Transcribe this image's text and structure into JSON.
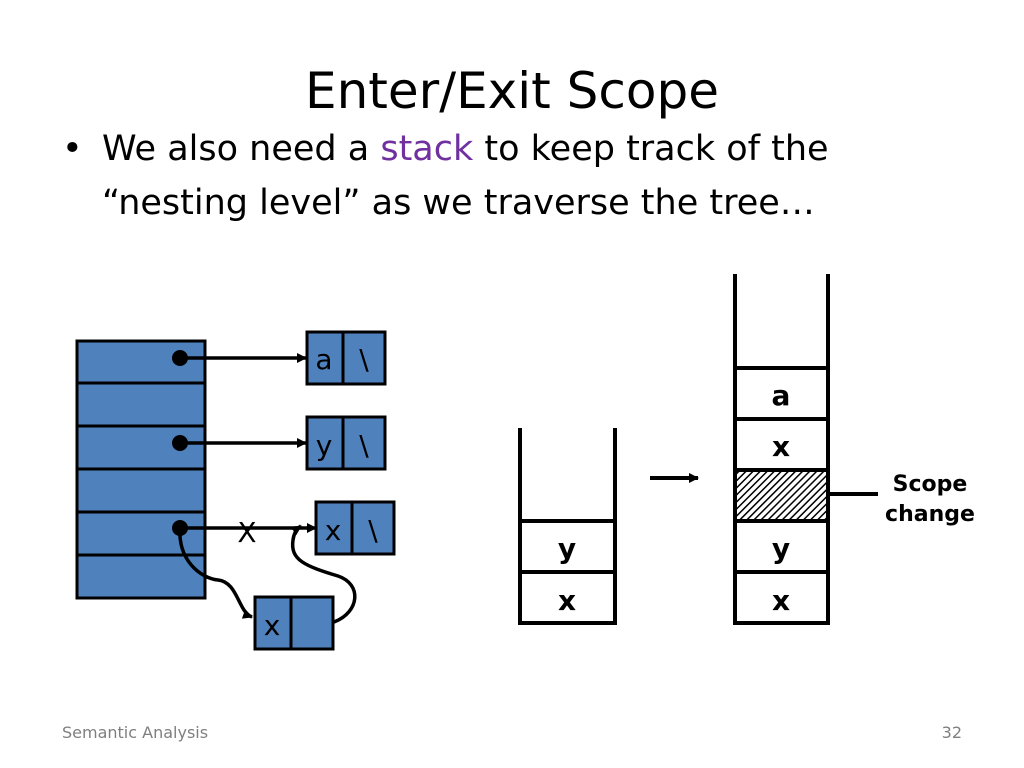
{
  "slide": {
    "title": "Enter/Exit Scope",
    "bullet": {
      "marker": "•",
      "text_before": "We also need a ",
      "highlight": "stack",
      "text_after": " to keep track of the “nesting level” as we traverse the tree…"
    },
    "footer": {
      "left": "Semantic Analysis",
      "page": "32"
    }
  },
  "diagram": {
    "colors": {
      "cell_fill": "#4f81bd",
      "stroke": "#000000",
      "highlight_text": "#7030a0"
    },
    "hash_nodes": [
      {
        "name": "a",
        "tail": "\\"
      },
      {
        "name": "y",
        "tail": "\\"
      },
      {
        "name": "x",
        "tail": "\\"
      },
      {
        "name": "x",
        "tail": ""
      }
    ],
    "removed_link_mark": "X",
    "stack_before": [
      "y",
      "x"
    ],
    "stack_after": [
      "a",
      "x",
      "y",
      "x"
    ],
    "scope_change_label": [
      "Scope",
      "change"
    ]
  }
}
